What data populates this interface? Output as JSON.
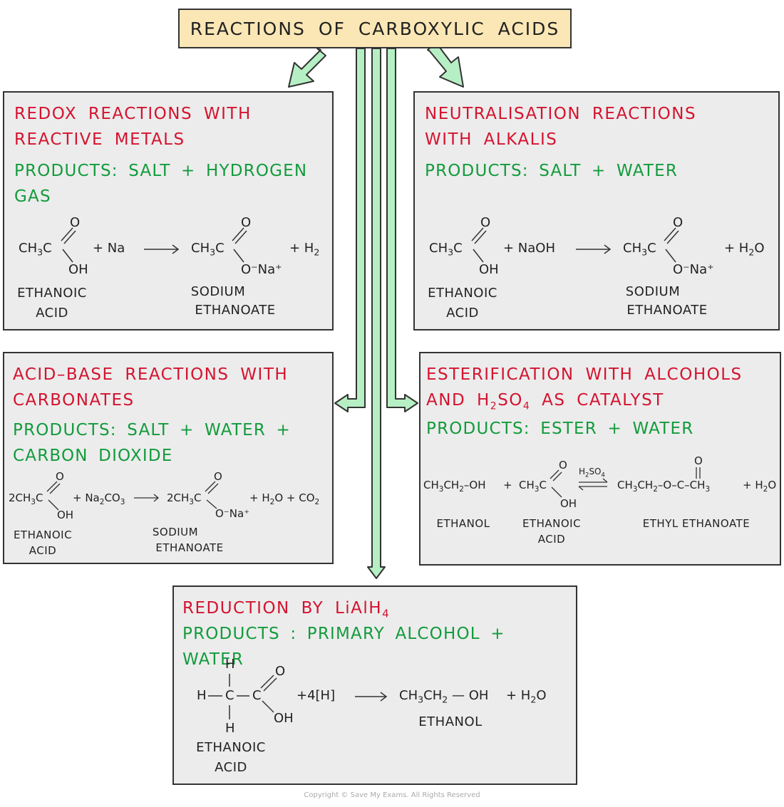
{
  "title": "REACTIONS OF CARBOXYLIC ACIDS",
  "copyright": "Copyright © Save My Exams. All Rights Reserved",
  "colors": {
    "red": "#d4132f",
    "green": "#129b3c",
    "arrow": "#b6efc4",
    "title_bg": "#fbe7b5",
    "box_bg": "#ececec"
  },
  "redox": {
    "heading_1": "REDOX REACTIONS WITH",
    "heading_2": "REACTIVE METALS",
    "products_1": "PRODUCTS: SALT + HYDROGEN",
    "products_2": "GAS",
    "reactant": "CH3C",
    "o": "O",
    "oh": "OH",
    "plus": "+ Na",
    "product": "CH3C",
    "o2": "O",
    "ona": "O⁻Na⁺",
    "byproduct": "+ H2",
    "label_1a": "ETHANOIC",
    "label_1b": "ACID",
    "label_2a": "SODIUM",
    "label_2b": "ETHANOATE"
  },
  "neutral": {
    "heading_1": "NEUTRALISATION REACTIONS",
    "heading_2": "WITH ALKALIS",
    "products": "PRODUCTS: SALT + WATER",
    "reactant": "CH3C",
    "o": "O",
    "oh": "OH",
    "plus": "+ NaOH",
    "product": "CH3C",
    "o2": "O",
    "ona": "O⁻Na⁺",
    "byproduct": "+ H2O",
    "label_1a": "ETHANOIC",
    "label_1b": "ACID",
    "label_2a": "SODIUM",
    "label_2b": "ETHANOATE"
  },
  "acidbase": {
    "heading_1": "ACID–BASE REACTIONS WITH",
    "heading_2": "CARBONATES",
    "products_1": "PRODUCTS: SALT + WATER +",
    "products_2": "CARBON DIOXIDE",
    "reactant": "2CH3C",
    "o": "O",
    "oh": "OH",
    "plus": "+ Na2CO3",
    "product": "2CH3C",
    "o2": "O",
    "ona": "O⁻Na⁺",
    "byproduct": "+ H2O + CO2",
    "label_1a": "ETHANOIC",
    "label_1b": "ACID",
    "label_2a": "SODIUM",
    "label_2b": "ETHANOATE"
  },
  "ester": {
    "heading_1": "ESTERIFICATION WITH ALCOHOLS",
    "heading_2a": "AND H",
    "heading_2b": "2",
    "heading_2c": "SO",
    "heading_2d": "4",
    "heading_2e": " AS CATALYST",
    "products": "PRODUCTS: ESTER + WATER",
    "ethanol": "CH3CH2–OH",
    "plus": "+",
    "acid": "CH3C",
    "o": "O",
    "oh": "OH",
    "catalyst": "H2SO4",
    "ester_left": "CH3CH2–O–C–CH3",
    "ester_o": "O",
    "byproduct": "+ H2O",
    "label_1": "ETHANOL",
    "label_2a": "ETHANOIC",
    "label_2b": "ACID",
    "label_3": "ETHYL ETHANOATE"
  },
  "reduction": {
    "heading": "REDUCTION BY LiAlH",
    "heading_sub": "4",
    "products": "PRODUCTS : PRIMARY ALCOHOL + WATER",
    "h_top": "H",
    "h_left": "H",
    "c1": "C",
    "c2": "C",
    "h_bottom": "H",
    "o": "O",
    "oh": "OH",
    "reagent": "+4[H]",
    "product": "CH3CH2 — OH",
    "byproduct": "+ H2O",
    "label_1a": "ETHANOIC",
    "label_1b": "ACID",
    "label_2": "ETHANOL"
  }
}
